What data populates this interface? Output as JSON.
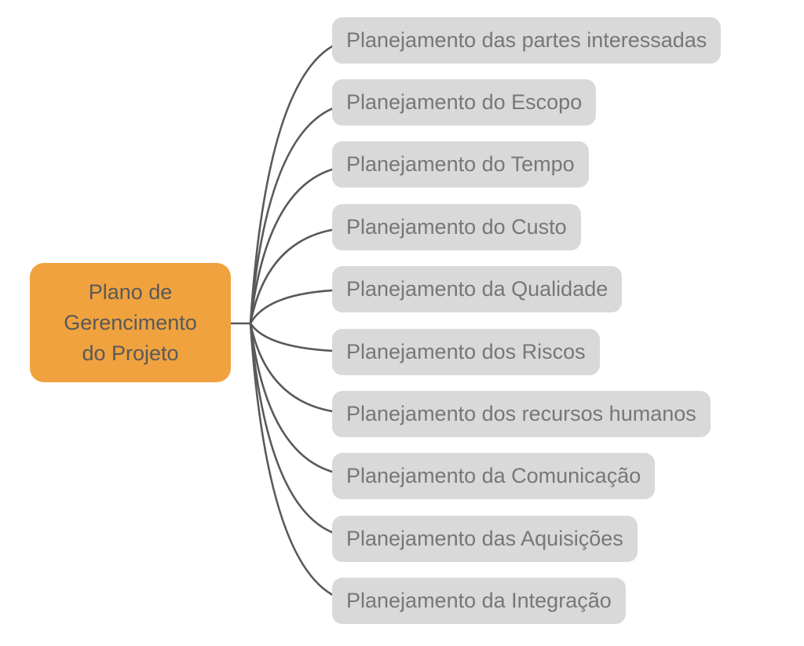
{
  "diagram": {
    "root": {
      "label": "Plano de Gerencimento do Projeto",
      "label_lines": [
        "Plano de",
        "Gerencimento",
        "do Projeto"
      ]
    },
    "children": [
      {
        "label": "Planejamento das partes interessadas"
      },
      {
        "label": "Planejamento do Escopo"
      },
      {
        "label": "Planejamento do Tempo"
      },
      {
        "label": "Planejamento do Custo"
      },
      {
        "label": "Planejamento da Qualidade"
      },
      {
        "label": "Planejamento dos Riscos"
      },
      {
        "label": "Planejamento dos recursos humanos"
      },
      {
        "label": "Planejamento da Comunicação"
      },
      {
        "label": "Planejamento das Aquisições"
      },
      {
        "label": "Planejamento da Integração"
      }
    ],
    "colors": {
      "background": "#FFFFFF",
      "root_fill": "#F0A23E",
      "root_text": "#595959",
      "child_fill": "#D9D9D9",
      "child_text": "#777777",
      "line": "#595959"
    }
  }
}
